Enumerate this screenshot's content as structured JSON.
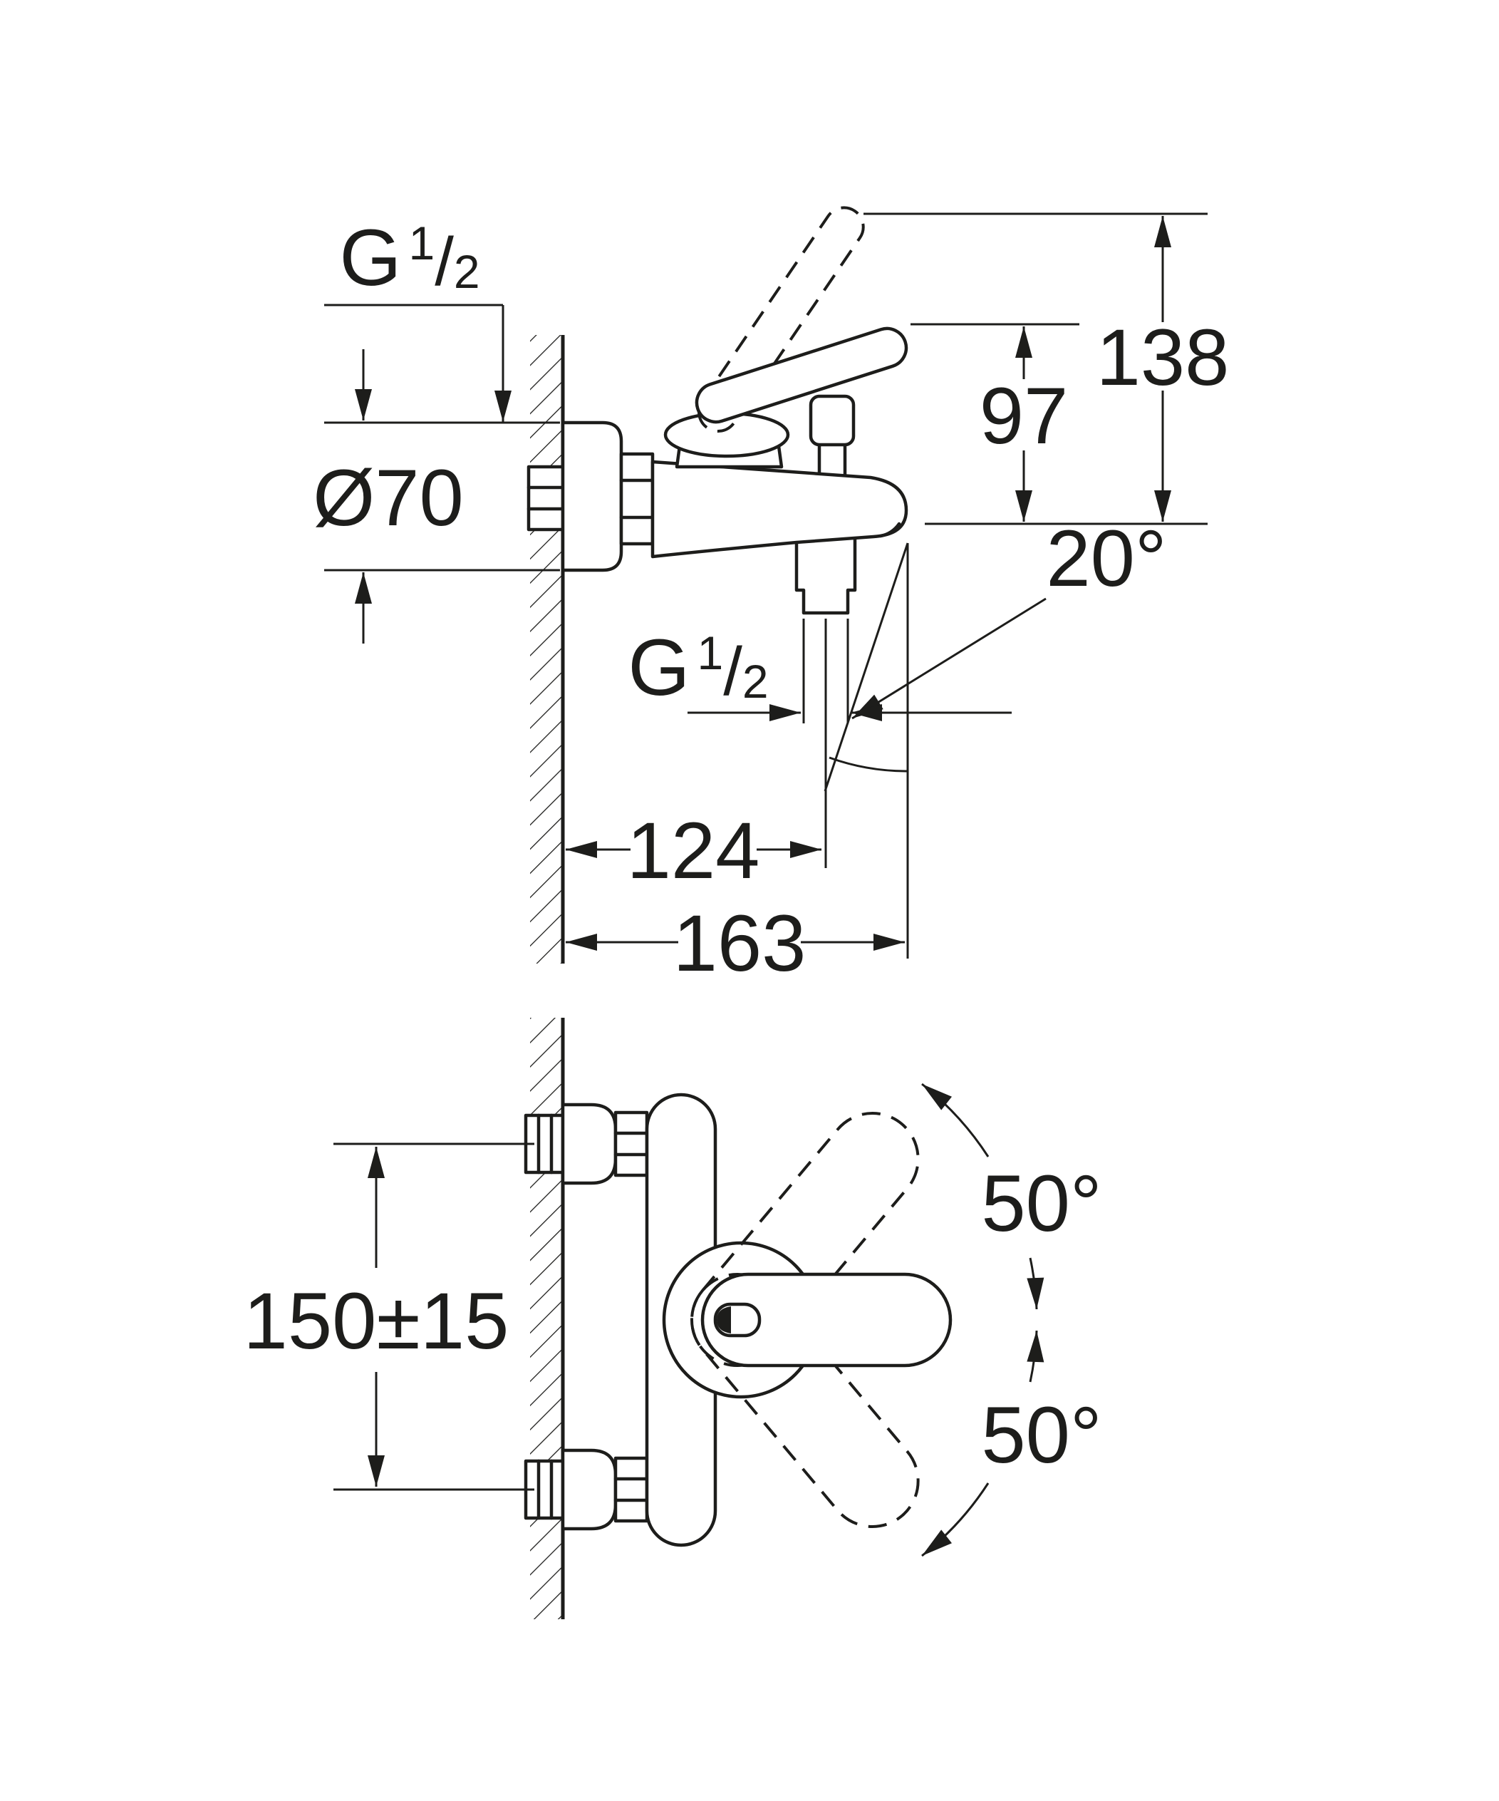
{
  "drawing": {
    "line_color": "#1d1d1b",
    "background_color": "#ffffff",
    "side_view": {
      "labels": {
        "wall_thread": {
          "prefix": "G",
          "numerator": "1",
          "slash": "/",
          "denominator": "2"
        },
        "flange_diameter": "Ø70",
        "overall_height": "138",
        "handle_height": "97",
        "spout_angle": "20°",
        "hose_thread": {
          "prefix": "G",
          "numerator": "1",
          "slash": "/",
          "denominator": "2"
        },
        "hose_projection": "124",
        "spout_projection": "163"
      }
    },
    "front_view": {
      "labels": {
        "inlet_center_distance": "150±15",
        "handle_swing_up": "50°",
        "handle_swing_down": "50°"
      }
    }
  }
}
